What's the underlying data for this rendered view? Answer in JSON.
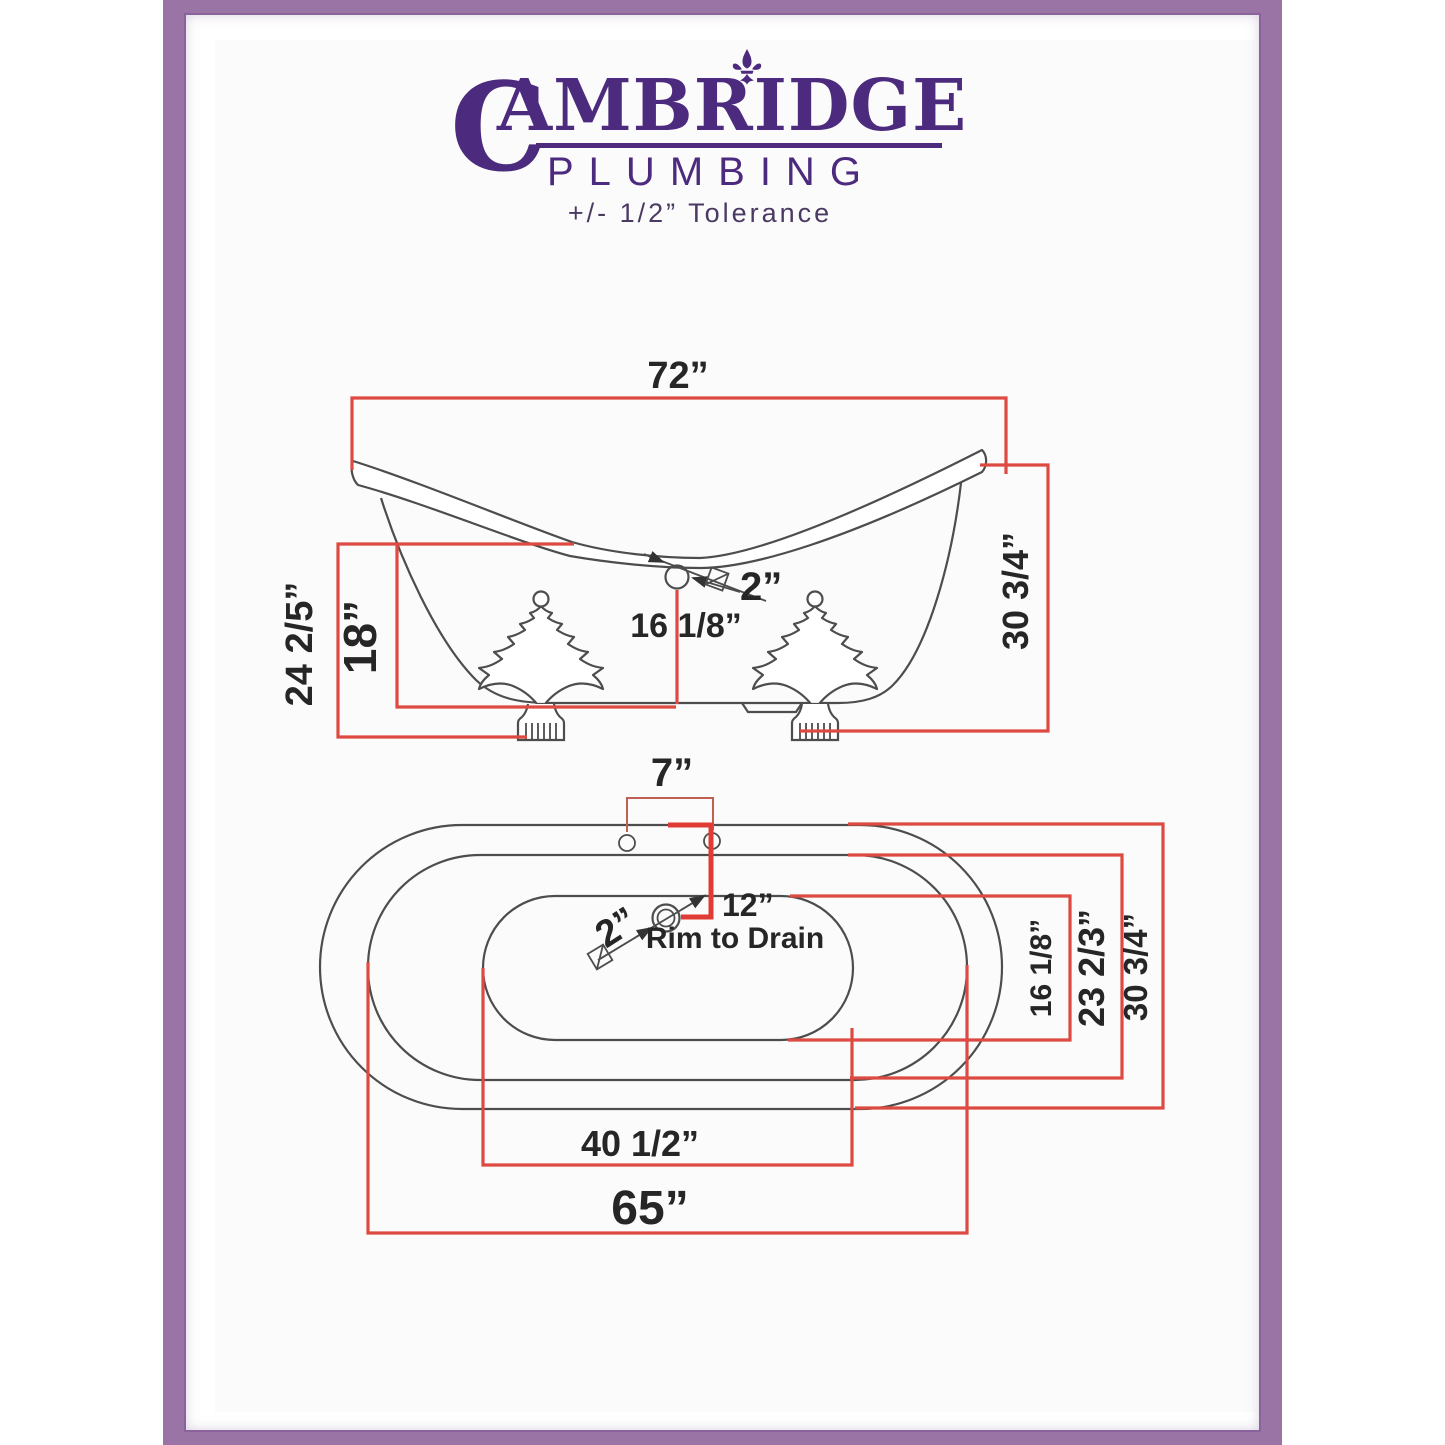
{
  "brand": {
    "name_initial": "C",
    "name_rest": "AMBRIDGE",
    "subtitle": "PLUMBING",
    "tolerance_note": "+/- 1/2” Tolerance",
    "fleur_icon": "fleur-de-lis-icon",
    "logo_color": "#4C2A7E",
    "frame_color": "#9A74A5"
  },
  "colors": {
    "dimension_red": "#DD4A41",
    "dimension_red_thick": "#E03C35",
    "dimension_red_thin": "#C06052",
    "drawing_gray": "#4D4D4D"
  },
  "side_view": {
    "overall_length": "72”",
    "back_height": "24 2/5”",
    "wall_height": "18”",
    "drain_diameter": "2”",
    "drain_to_bottom": "16 1/8”",
    "overall_height": "30 3/4”"
  },
  "top_view": {
    "faucet_hole_spread": "7”",
    "rim_to_drain_value": "12”",
    "rim_to_drain_caption": "Rim to Drain",
    "drain_diameter": "2”",
    "basin_width": "16 1/8”",
    "inner_rim_width": "23 2/3”",
    "outer_width": "30 3/4”",
    "basin_length": "40 1/2”",
    "rim_length": "65”"
  }
}
